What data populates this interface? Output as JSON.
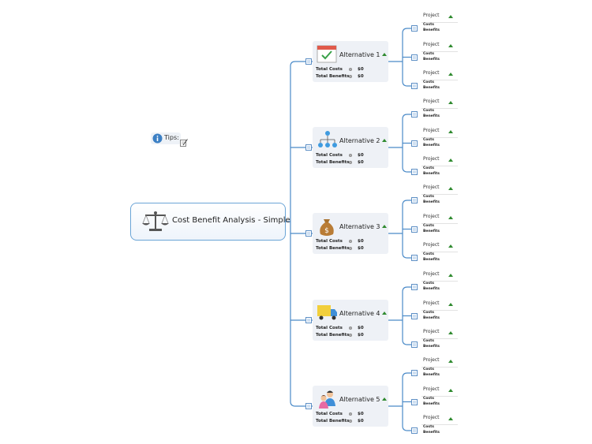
{
  "central": {
    "title": "Cost Benefit Analysis - Simple",
    "icon": "scales-icon"
  },
  "tips": {
    "label": "Tips:",
    "icon": "info-icon",
    "note_icon": "note-icon"
  },
  "colors": {
    "connector": "#4a8ac8",
    "accent_triangle": "#2f8a2f",
    "node_bg": "#eef1f6"
  },
  "alternatives": [
    {
      "title": "Alternative 1",
      "icon": "calendar-check-icon",
      "total_costs_label": "Total Costs",
      "total_costs_value": "$0",
      "total_benefits_label": "Total Benefits",
      "total_benefits_value": "$0"
    },
    {
      "title": "Alternative 2",
      "icon": "org-chart-icon",
      "total_costs_label": "Total Costs",
      "total_costs_value": "$0",
      "total_benefits_label": "Total Benefits",
      "total_benefits_value": "$0"
    },
    {
      "title": "Alternative 3",
      "icon": "money-bag-icon",
      "total_costs_label": "Total Costs",
      "total_costs_value": "$0",
      "total_benefits_label": "Total Benefits",
      "total_benefits_value": "$0"
    },
    {
      "title": "Alternative 4",
      "icon": "delivery-truck-icon",
      "total_costs_label": "Total Costs",
      "total_costs_value": "$0",
      "total_benefits_label": "Total Benefits",
      "total_benefits_value": "$0"
    },
    {
      "title": "Alternative 5",
      "icon": "people-icon",
      "total_costs_label": "Total Costs",
      "total_costs_value": "$0",
      "total_benefits_label": "Total Benefits",
      "total_benefits_value": "$0"
    }
  ],
  "project": {
    "label": "Project",
    "costs_label": "Costs",
    "benefits_label": "Benefits"
  }
}
